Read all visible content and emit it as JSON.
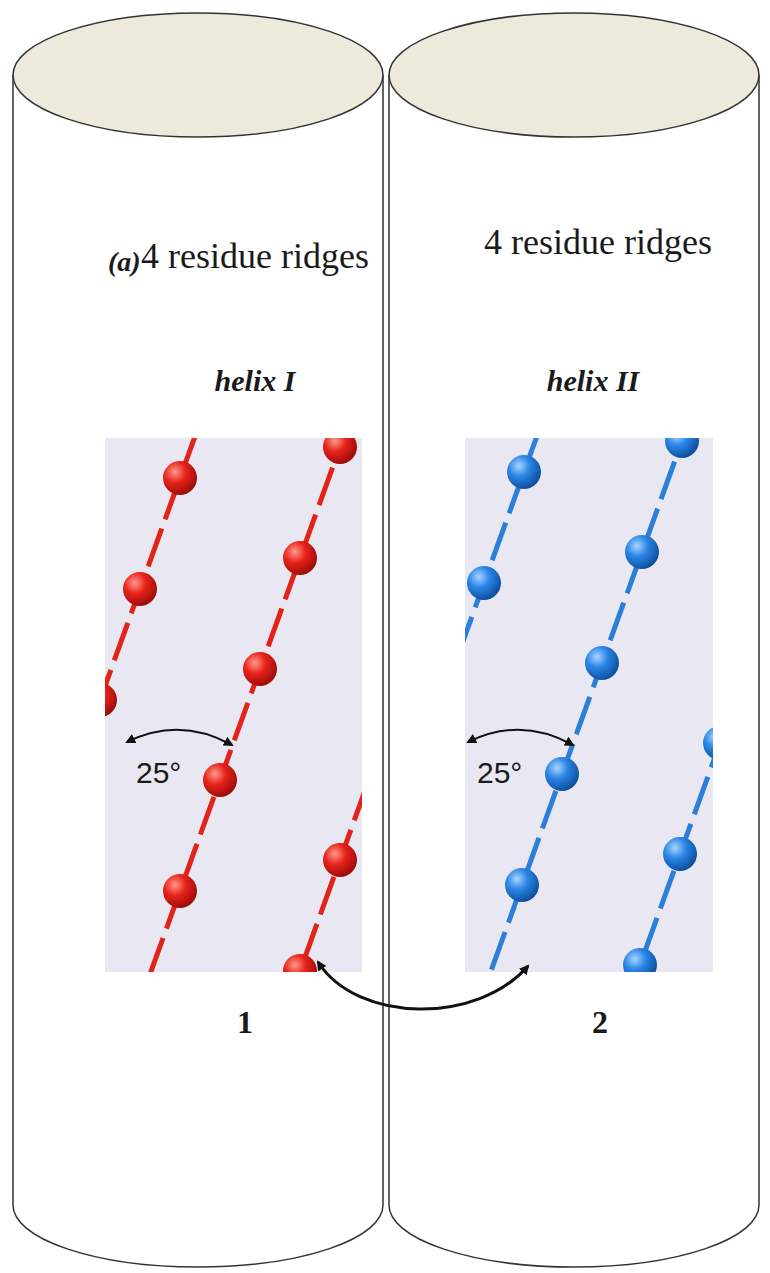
{
  "diagram": {
    "nodes": [
      {
        "text": [
          "4 residue ridges",
          "helix I",
          "1"
        ]
      },
      {
        "text": [
          "4 residue ridges",
          "helix II",
          "2"
        ]
      }
    ],
    "edges": [
      {
        "from": 0,
        "to": 1,
        "arrow": "both"
      }
    ],
    "labels": [
      "(a)",
      "25°",
      "25°"
    ]
  }
}
